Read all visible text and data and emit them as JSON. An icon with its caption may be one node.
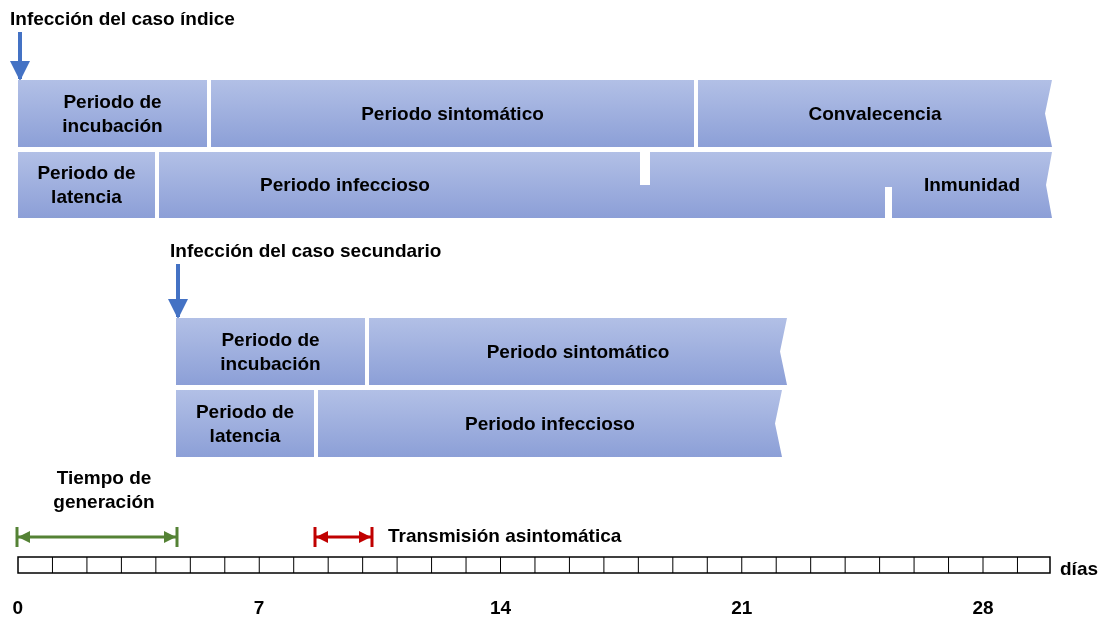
{
  "diagram": {
    "nodes": [
      {
        "text": [
          "Infección del caso índice"
        ]
      },
      {
        "text": [
          "Periodo de incubación"
        ]
      },
      {
        "text": [
          "Periodo sintomático"
        ]
      },
      {
        "text": [
          "Convalecencia"
        ]
      },
      {
        "text": [
          "Periodo de latencia"
        ]
      },
      {
        "text": [
          "Periodo infeccioso"
        ]
      },
      {
        "text": [
          "Inmunidad"
        ]
      },
      {
        "text": [
          "Infección del caso secundario"
        ]
      },
      {
        "text": [
          "Periodo de incubación"
        ]
      },
      {
        "text": [
          "Periodo sintomático"
        ]
      },
      {
        "text": [
          "Periodo de latencia"
        ]
      },
      {
        "text": [
          "Periodo infeccioso"
        ]
      }
    ],
    "edges": [
      {
        "from": 0,
        "to": 1,
        "arrow": "to"
      },
      {
        "from": 7,
        "to": 8,
        "arrow": "to"
      }
    ],
    "labels": [
      "Tiempo de generación",
      "Transmisión asintomática",
      "días",
      "0",
      "7",
      "14",
      "21",
      "28"
    ]
  }
}
